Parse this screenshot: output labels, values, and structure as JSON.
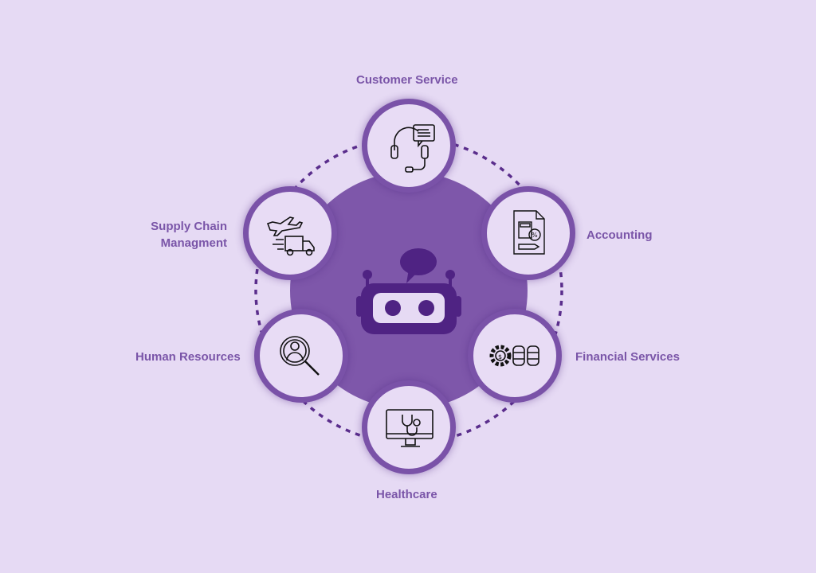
{
  "title": "AI chatbot use cases",
  "colors": {
    "background": "#e6daf4",
    "accent": "#7a52a8",
    "center": "#7e57aa",
    "robot": "#4f2383"
  },
  "center": {
    "icon": "chatbot-robot-icon"
  },
  "items": [
    {
      "label": "Customer Service",
      "icon": "headset-chat-icon"
    },
    {
      "label": "Accounting",
      "icon": "calculator-document-icon"
    },
    {
      "label": "Financial Services",
      "icon": "gear-coins-icon"
    },
    {
      "label": "Healthcare",
      "icon": "monitor-stethoscope-icon"
    },
    {
      "label": "Human Resources",
      "icon": "magnifier-person-icon"
    },
    {
      "label_line1": "Supply Chain",
      "label_line2": "Managment",
      "icon": "plane-truck-icon"
    }
  ]
}
